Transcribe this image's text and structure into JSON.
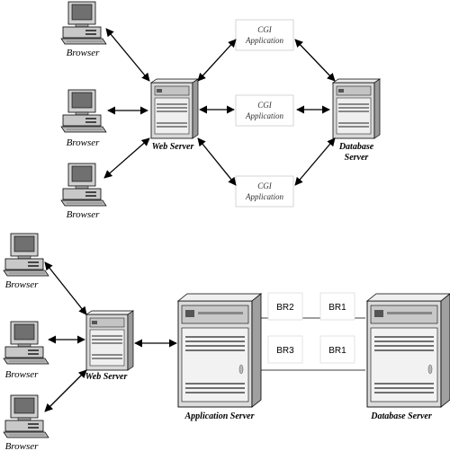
{
  "top": {
    "browsers": [
      "Browser",
      "Browser",
      "Browser"
    ],
    "web_server": "Web Server",
    "cgi_apps": [
      {
        "line1": "CGI",
        "line2": "Application"
      },
      {
        "line1": "CGI",
        "line2": "Application"
      },
      {
        "line1": "CGI",
        "line2": "Application"
      }
    ],
    "database_server": {
      "line1": "Database",
      "line2": "Server"
    }
  },
  "bottom": {
    "browsers": [
      "Browser",
      "Browser",
      "Browser"
    ],
    "web_server": "Web Server",
    "app_server": "Application Server",
    "database_server": "Database Server",
    "br_boxes": [
      "BR2",
      "BR1",
      "BR3",
      "BR1"
    ]
  }
}
